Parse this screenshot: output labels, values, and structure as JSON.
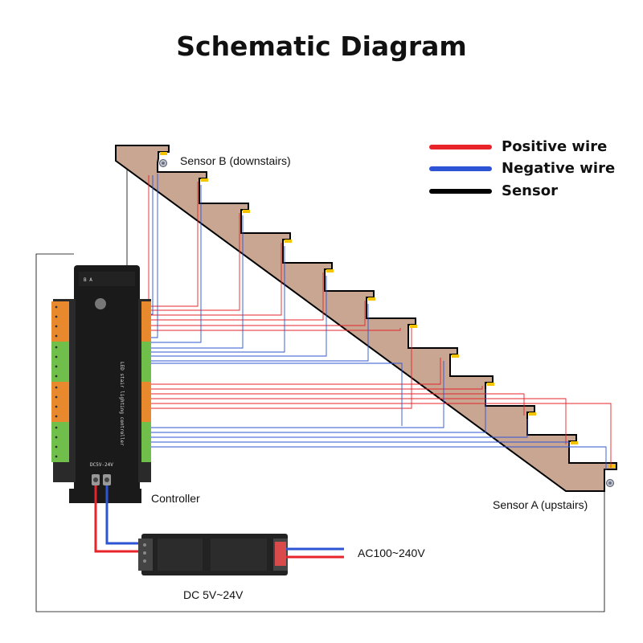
{
  "title": "Schematic Diagram",
  "legend": [
    {
      "label": "Positive wire",
      "color": "#e8232a"
    },
    {
      "label": "Negative wire",
      "color": "#2e54d6"
    },
    {
      "label": "Sensor",
      "color": "#000000"
    }
  ],
  "labels": {
    "sensor_b": "Sensor B (downstairs)",
    "sensor_a": "Sensor A (upstairs)",
    "controller": "Controller",
    "ac": "AC100~240V",
    "dc": "DC 5V~24V"
  },
  "colors": {
    "stair_fill": "#c9a692",
    "led": "#f5c400",
    "positive": "#e8232a",
    "negative": "#2e54d6",
    "sensor": "#000000",
    "terminal_orange": "#e8892e",
    "terminal_green": "#6fbf4a",
    "device_body": "#1a1a1a"
  }
}
